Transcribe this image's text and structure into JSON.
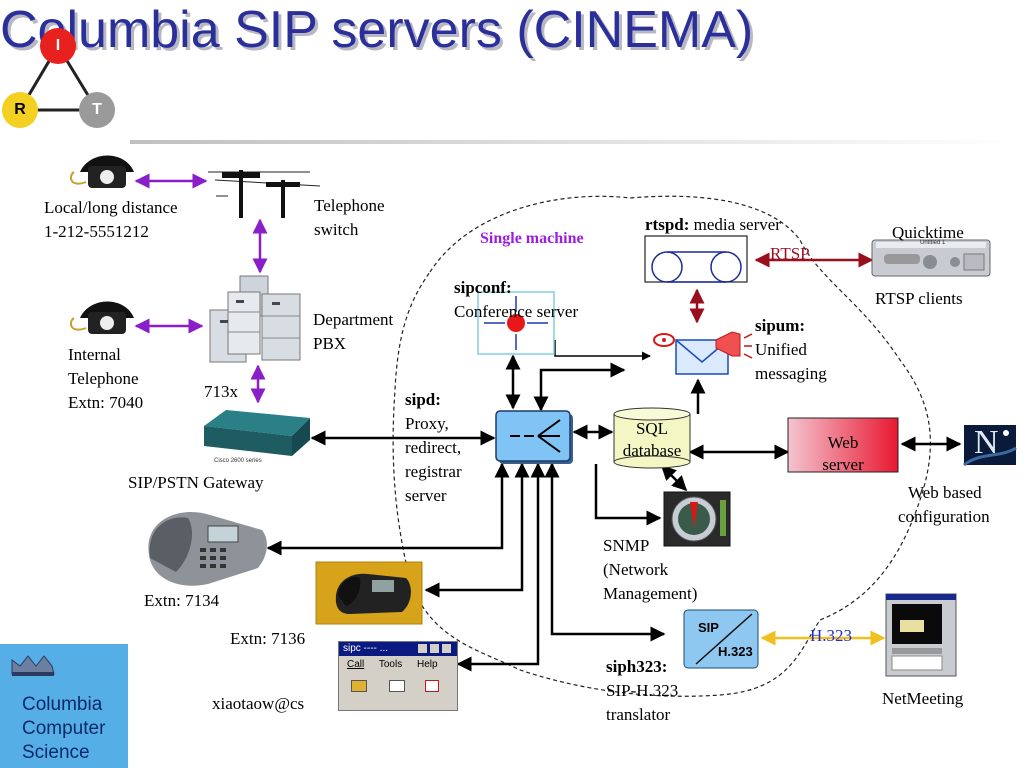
{
  "title": "Columbia SIP servers (CINEMA)",
  "irt_logo": {
    "top": "I",
    "left": "R",
    "right": "T"
  },
  "columbia_logo": {
    "line1": "Columbia",
    "line2": "Computer",
    "line3": "Science"
  },
  "labels": {
    "local_long_distance": "Local/long distance",
    "local_number": "1-212-5551212",
    "telephone_switch_1": "Telephone",
    "telephone_switch_2": "switch",
    "department_pbx_1": "Department",
    "department_pbx_2": "PBX",
    "internal_1": "Internal",
    "internal_2": "Telephone",
    "internal_3": "Extn: 7040",
    "ext_713x": "713x",
    "gateway": "SIP/PSTN Gateway",
    "gateway_device": "Cisco 2600 series",
    "extn_7134": "Extn: 7134",
    "extn_7136": "Extn: 7136",
    "xiaotaow": "xiaotaow@cs",
    "single_machine": "Single machine",
    "rtspd_bold": "rtspd:",
    "rtspd_rest": " media server",
    "rtsp": "RTSP",
    "quicktime": "Quicktime",
    "quicktime_window": "Untitled 1",
    "rtsp_clients": "RTSP clients",
    "sipconf_bold": "sipconf:",
    "sipconf_rest": "Conference server",
    "sipum_bold": "sipum:",
    "sipum_1": "Unified",
    "sipum_2": "messaging",
    "sipd_bold": "sipd:",
    "sipd_1": "Proxy,",
    "sipd_2": "redirect,",
    "sipd_3": "registrar",
    "sipd_4": "server",
    "sql_1": "SQL",
    "sql_2": "database",
    "web_server_1": "Web",
    "web_server_2": "server",
    "web_config_1": "Web based",
    "web_config_2": "configuration",
    "snmp_1": "SNMP",
    "snmp_2": "(Network",
    "snmp_3": "Management)",
    "h323": "H.323",
    "netmeeting": "NetMeeting",
    "siph323_bold": "siph323:",
    "siph323_1": "SIP-H.323",
    "siph323_2": "translator",
    "sip_box_top": "SIP",
    "sip_box_bottom": "H.323",
    "netscape_letter": "N"
  },
  "sipc_window": {
    "title": "sipc ---- ...",
    "menu": [
      "Call",
      "Tools",
      "Help"
    ]
  },
  "colors": {
    "title": "#2b2f9a",
    "purple_link": "#8a1ec8",
    "single_machine": "#9b1ee0",
    "rtsp_link": "#9a0f1e",
    "h323_link": "#f0c020",
    "h323_text": "#1a2fd0",
    "sipd_box": "#7fc4f4",
    "sql_box": "#f4f7c4",
    "columbia_blue": "#56aee6"
  }
}
